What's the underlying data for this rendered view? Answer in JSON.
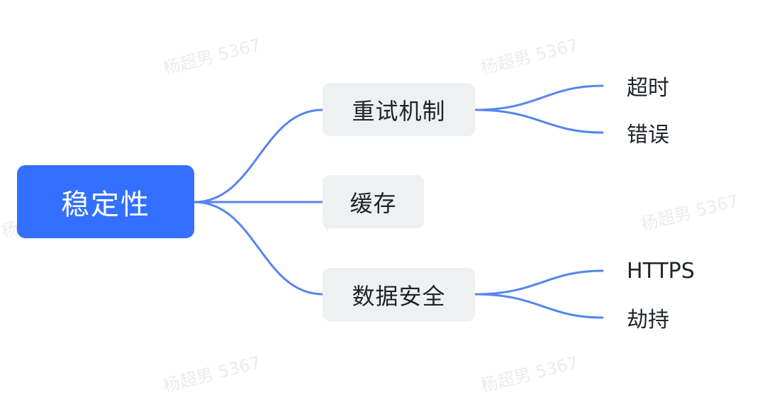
{
  "colors": {
    "root_bg": "#3370ff",
    "root_text": "#ffffff",
    "branch_bg": "#eff0f1",
    "text": "#1f2329",
    "link": "#5585ee",
    "watermark": "#aaaaaa"
  },
  "watermark": "杨超男 5367",
  "mindmap": {
    "root": {
      "label": "稳定性"
    },
    "branches": [
      {
        "label": "重试机制",
        "children": [
          {
            "label": "超时"
          },
          {
            "label": "错误"
          }
        ]
      },
      {
        "label": "缓存",
        "children": []
      },
      {
        "label": "数据安全",
        "children": [
          {
            "label": "HTTPS"
          },
          {
            "label": "劫持"
          }
        ]
      }
    ]
  }
}
